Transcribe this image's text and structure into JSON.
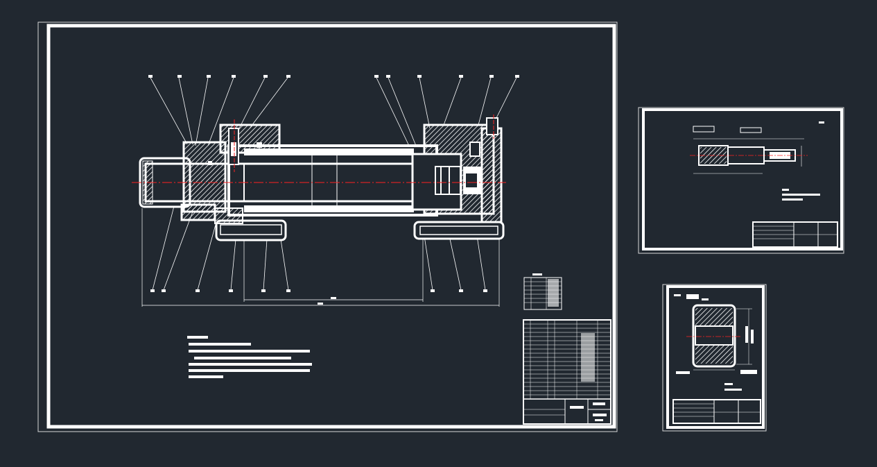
{
  "app": {
    "background": "#212830",
    "line_color": "#ffffff",
    "centerline_color": "#ff2020"
  },
  "sheets": [
    {
      "name": "assembly-drawing",
      "title_block": {
        "company": "",
        "drawing_name": ""
      }
    },
    {
      "name": "part-drawing-shaft",
      "title_block": {
        "company": "",
        "drawing_name": ""
      }
    },
    {
      "name": "part-drawing-seal",
      "title_block": {
        "company": "",
        "drawing_name": ""
      }
    }
  ]
}
